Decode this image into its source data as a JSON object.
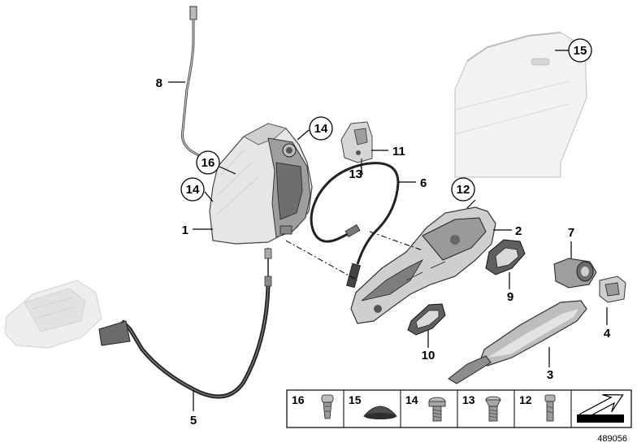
{
  "callouts": {
    "c1": "1",
    "c2": "2",
    "c3": "3",
    "c4": "4",
    "c5": "5",
    "c6": "6",
    "c7": "7",
    "c8": "8",
    "c9": "9",
    "c10": "10",
    "c11": "11",
    "c12": "12",
    "c13": "13",
    "c14a": "14",
    "c14b": "14",
    "c15": "15",
    "c16": "16"
  },
  "parts_table": {
    "items": [
      {
        "number": "16",
        "icon": "clip-icon"
      },
      {
        "number": "15",
        "icon": "dome-plug-icon"
      },
      {
        "number": "14",
        "icon": "torx-bolt-icon"
      },
      {
        "number": "13",
        "icon": "countersunk-screw-icon"
      },
      {
        "number": "12",
        "icon": "pin-bolt-icon"
      }
    ],
    "last_cell_icon": "detail-arrow-icon"
  },
  "document_number": "489056",
  "colors": {
    "part_fill": "#e8e8e8",
    "part_shade": "#b9b9b9",
    "part_dark": "#555555",
    "line": "#000000"
  }
}
